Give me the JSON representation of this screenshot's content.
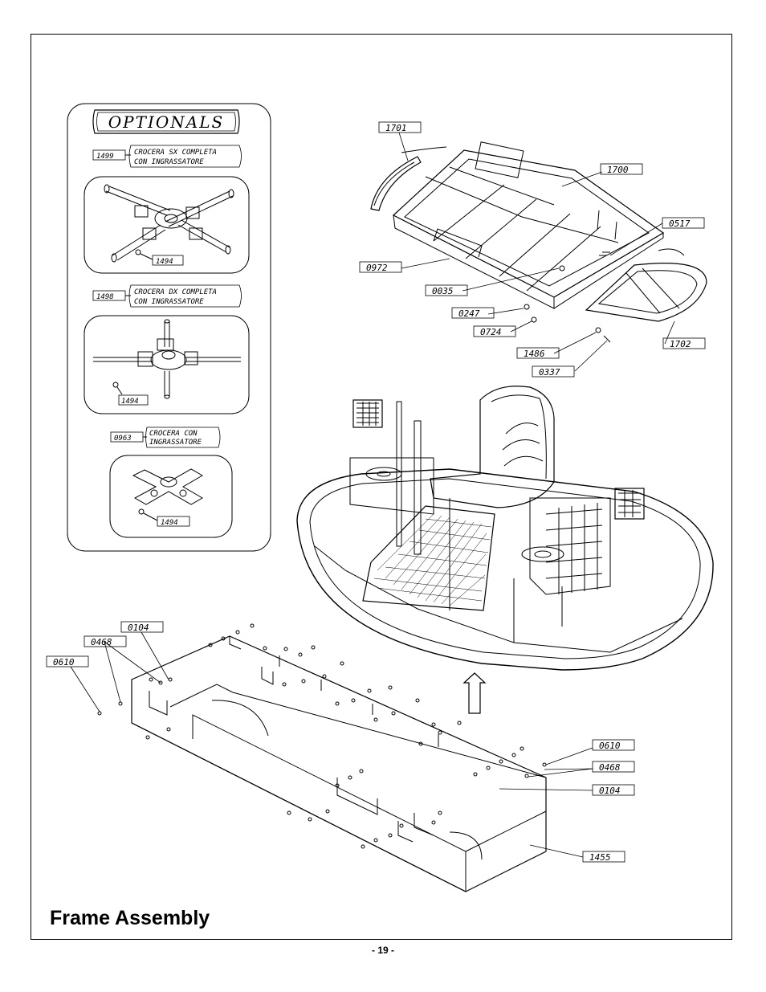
{
  "title": "Frame Assembly",
  "page_number": "- 19 -",
  "optionals": {
    "heading": "OPTIONALS",
    "items": [
      {
        "part": "1499",
        "desc1": "CROCERA SX COMPLETA",
        "desc2": "CON INGRASSATORE",
        "fitting": "1494"
      },
      {
        "part": "1498",
        "desc1": "CROCERA DX COMPLETA",
        "desc2": "CON INGRASSATORE",
        "fitting": "1494"
      },
      {
        "part": "0963",
        "desc1": "CROCERA CON",
        "desc2": "INGRASSATORE",
        "fitting": "1494"
      }
    ]
  },
  "callouts": {
    "c1701": "1701",
    "c1700": "1700",
    "c0517": "0517",
    "c0972": "0972",
    "c0035": "0035",
    "c0247": "0247",
    "c0724": "0724",
    "c1486": "1486",
    "c0337": "0337",
    "c1702": "1702",
    "c0104a": "0104",
    "c0468a": "0468",
    "c0610a": "0610",
    "c0610b": "0610",
    "c0468b": "0468",
    "c0104b": "0104",
    "c1455": "1455"
  }
}
